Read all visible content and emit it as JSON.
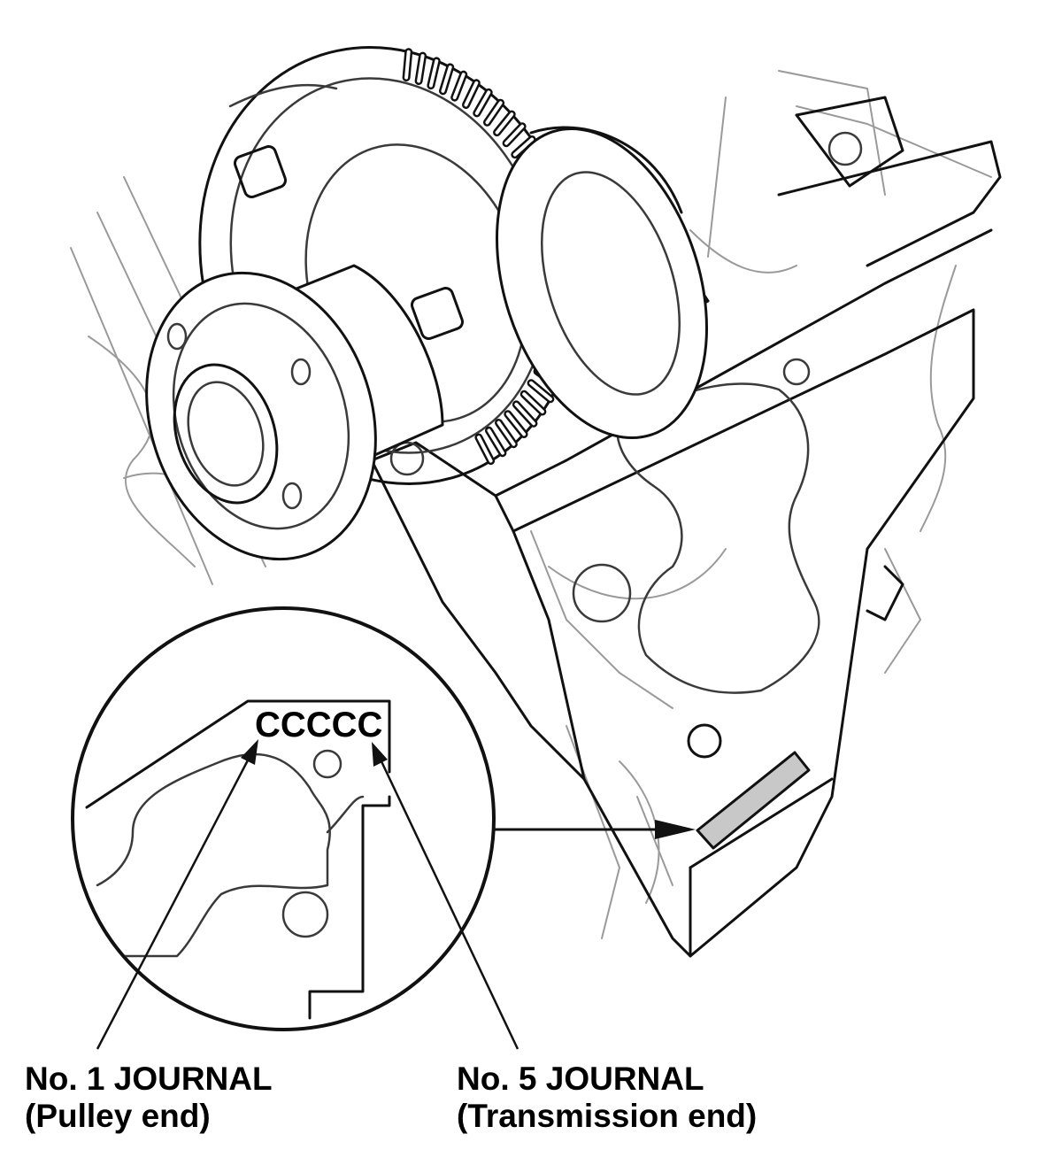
{
  "journal_code": "CCCCC",
  "labels": {
    "journal_1": {
      "line1": "No. 1 JOURNAL",
      "line2": "(Pulley end)"
    },
    "journal_5": {
      "line1": "No. 5 JOURNAL",
      "line2": "(Transmission end)"
    }
  },
  "colors": {
    "stamp_fill": "#c8c8c8",
    "line_dark": "#111111",
    "line_light": "#9a9a9a"
  },
  "icons": {
    "crank_pulley": "crankshaft-pulley-drawing",
    "timing_gear": "toothed-timing-gear-drawing",
    "engine_block": "engine-block-drawing",
    "detail_magnifier": "magnified-detail-circle"
  }
}
